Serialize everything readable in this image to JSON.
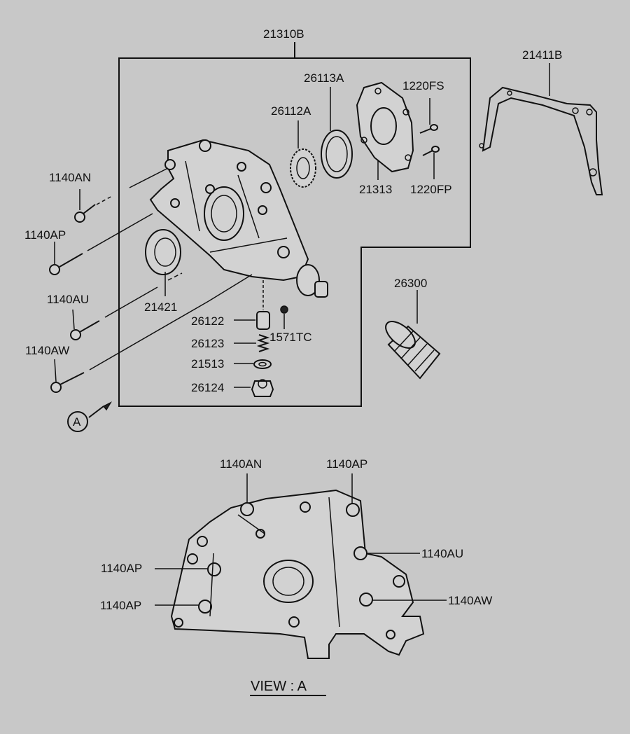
{
  "labels": {
    "assembly": "21310B",
    "gasket": "21411B",
    "seal_26113A": "26113A",
    "gear_26112A": "26112A",
    "screw_1220FS": "1220FS",
    "cover_21313": "21313",
    "screw_1220FP": "1220FP",
    "bolt_1140AN": "1140AN",
    "bolt_1140AP": "1140AP",
    "bolt_1140AU": "1140AU",
    "bolt_1140AW": "1140AW",
    "oil_seal_21421": "21421",
    "plunger_26122": "26122",
    "spring_26123": "26123",
    "washer_21513": "21513",
    "plug_26124": "26124",
    "plug_1571TC": "1571TC",
    "filter_26300": "26300",
    "view_marker": "A",
    "view_an": "1140AN",
    "view_ap_top": "1140AP",
    "view_au": "1140AU",
    "view_ap_mid": "1140AP",
    "view_aw": "1140AW",
    "view_ap_low": "1140AP",
    "view_title": "VIEW : A"
  },
  "colors": {
    "background": "#c8c8c8",
    "ink": "#111111"
  }
}
